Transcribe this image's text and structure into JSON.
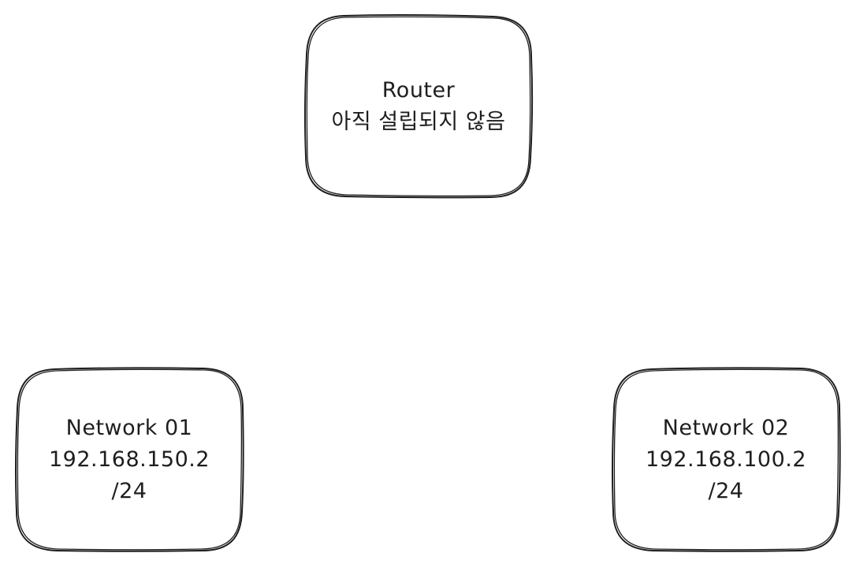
{
  "nodes": {
    "router": {
      "title": "Router",
      "subtitle": "아직 설립되지 않음"
    },
    "network_01": {
      "title": "Network 01",
      "ip": "192.168.150.2",
      "prefix": "/24"
    },
    "network_02": {
      "title": "Network 02",
      "ip": "192.168.100.2",
      "prefix": "/24"
    }
  },
  "colors": {
    "stroke": "#1e1e1e",
    "text": "#1e1e1e",
    "background": "#ffffff"
  }
}
